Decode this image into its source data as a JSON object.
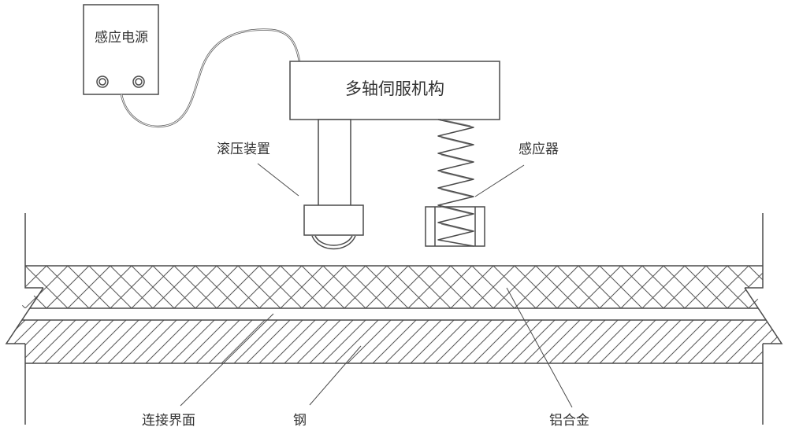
{
  "diagram": {
    "power_box": {
      "label": "感应电源",
      "terminal_count": 2
    },
    "servo_box": {
      "label": "多轴伺服机构"
    },
    "labels": {
      "roller": "滚压装置",
      "inductor": "感应器",
      "interface": "连接界面",
      "steel": "钢",
      "aluminum": "铝合金"
    },
    "layers": [
      {
        "name": "铝合金",
        "hatch": "cross"
      },
      {
        "name": "连接界面",
        "hatch": "none"
      },
      {
        "name": "钢",
        "hatch": "diagonal"
      }
    ],
    "colors": {
      "stroke": "#4a4a4a",
      "text": "#333333",
      "background": "#ffffff"
    }
  }
}
